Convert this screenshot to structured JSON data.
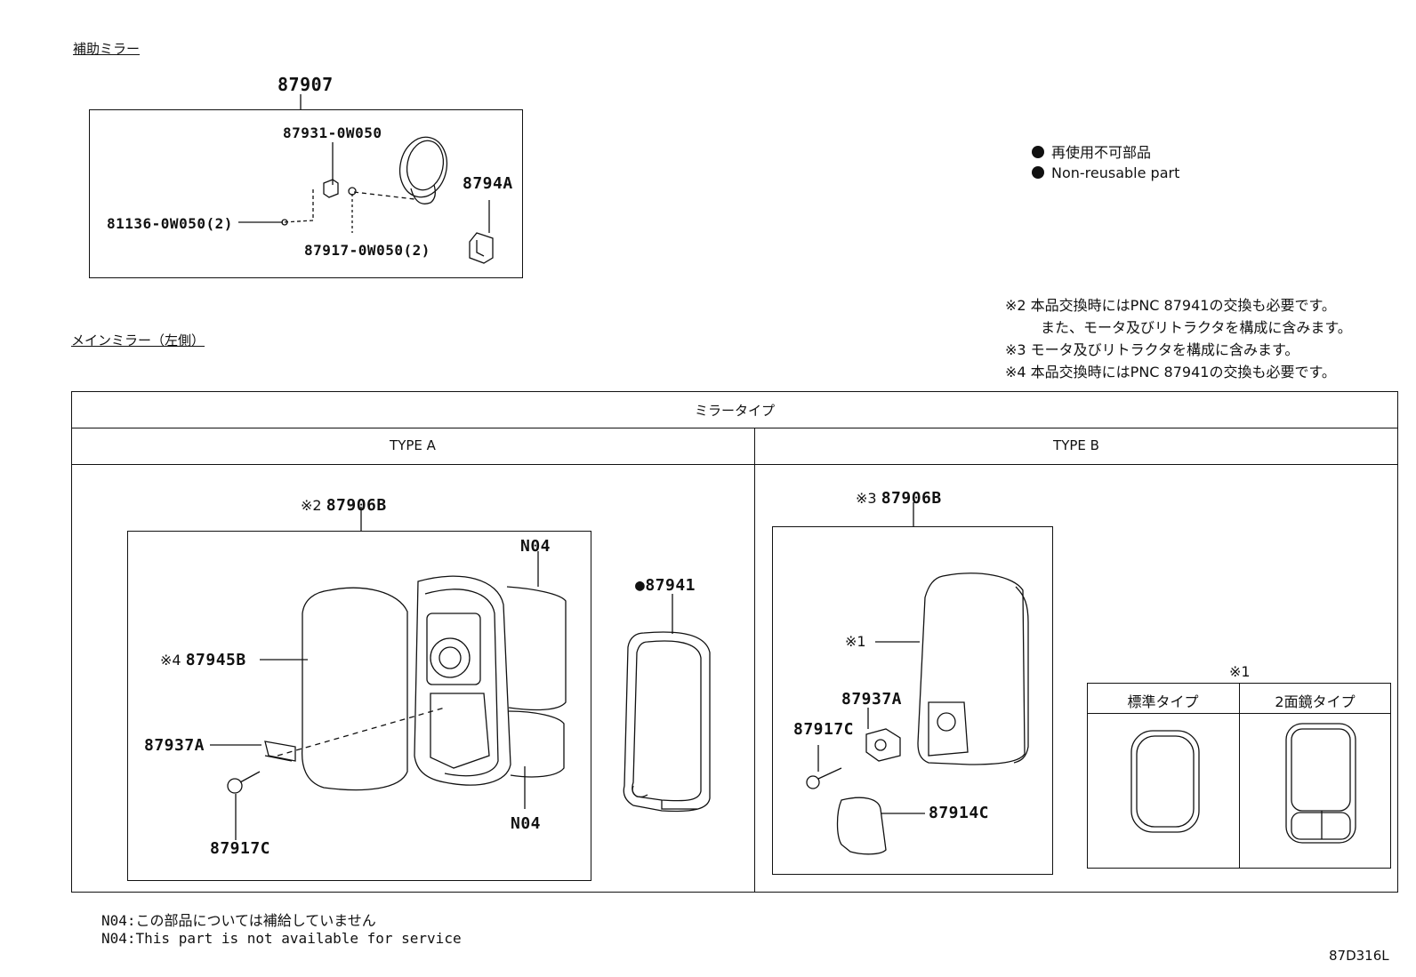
{
  "aux_mirror": {
    "section_title": "補助ミラー",
    "assembly": "87907",
    "parts": {
      "p1": "87931-0W050",
      "p2": "8794A",
      "p3": "81136-0W050(2)",
      "p4": "87917-0W050(2)"
    }
  },
  "legend": {
    "jp": "再使用不可部品",
    "en": "Non-reusable part"
  },
  "notes": {
    "n2a": "※2 本品交換時にはPNC 87941の交換も必要です。",
    "n2b": "また、モータ及びリトラクタを構成に含みます。",
    "n3": "※3 モータ及びリトラクタを構成に含みます。",
    "n4": "※4 本品交換時にはPNC 87941の交換も必要です。"
  },
  "main_mirror": {
    "section_title": "メインミラー（左側）",
    "table_header": "ミラータイプ",
    "type_a": {
      "label": "TYPE A",
      "assembly_mark": "※2",
      "assembly": "87906B",
      "n04_top": "N04",
      "n04_bottom": "N04",
      "glass_mark": "※4",
      "glass": "87945B",
      "bracket": "87937A",
      "screw": "87917C",
      "seal": "●87941"
    },
    "type_b": {
      "label": "TYPE B",
      "assembly_mark": "※3",
      "assembly": "87906B",
      "glass_mark": "※1",
      "bracket": "87937A",
      "screw": "87917C",
      "cover": "87914C",
      "inset": {
        "mark": "※1",
        "col1": "標準タイプ",
        "col2": "2面鏡タイプ"
      }
    }
  },
  "footer": {
    "n04_jp": "N04:この部品については補給していません",
    "n04_en": "N04:This part is not available for service",
    "diagram_id": "87D316L"
  }
}
